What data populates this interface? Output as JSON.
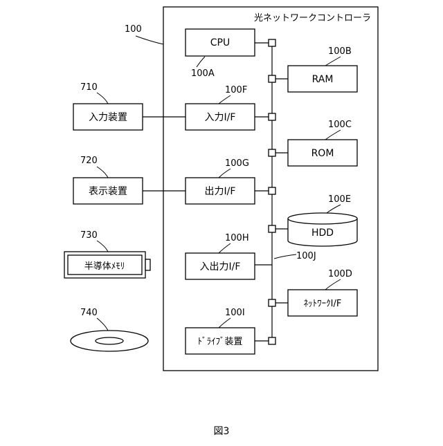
{
  "controller_title": "光ネットワークコントローラ",
  "refs": {
    "controller": "100",
    "cpu": "100A",
    "ram": "100B",
    "rom": "100C",
    "network_if": "100D",
    "hdd": "100E",
    "input_if": "100F",
    "output_if": "100G",
    "io_if": "100H",
    "drive": "100I",
    "bus": "100J",
    "input_device": "710",
    "display_device": "720",
    "memory": "730",
    "disc": "740"
  },
  "labels": {
    "cpu": "CPU",
    "ram": "RAM",
    "rom": "ROM",
    "hdd": "HDD",
    "input_if": "入力I/F",
    "output_if": "出力I/F",
    "io_if": "入出力I/F",
    "drive": "ﾄﾞﾗｲﾌﾞ装置",
    "network_if": "ﾈｯﾄﾜｰｸI/F",
    "input_device": "入力装置",
    "display_device": "表示装置",
    "memory": "半導体ﾒﾓﾘ"
  },
  "figure_caption": "図3"
}
